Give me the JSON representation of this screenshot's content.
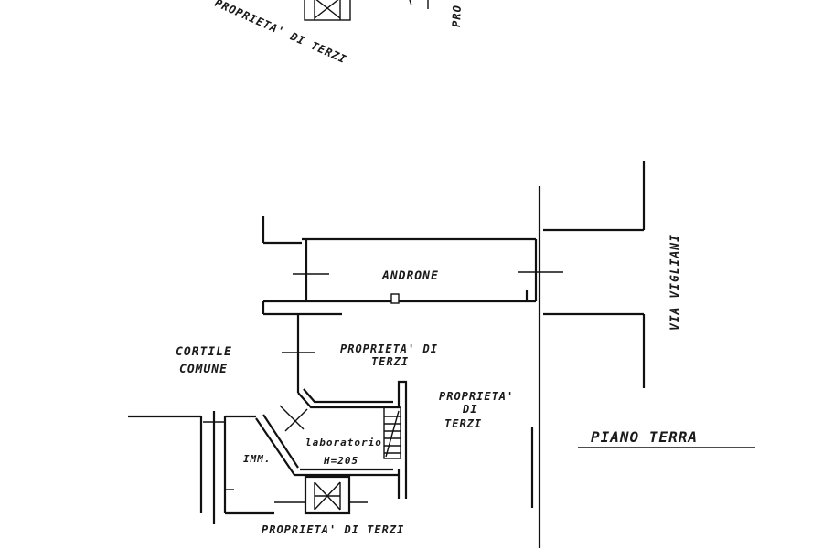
{
  "labels": {
    "top_proprieta": "PROPRIETA' DI TERZI",
    "top_right_partial": "PRO",
    "androne": "ANDRONE",
    "via_vigliani": "VIA VIGLIANI",
    "cortile_line1": "CORTILE",
    "cortile_line2": "COMUNE",
    "proprieta_center_line1": "PROPRIETA' DI",
    "proprieta_center_line2": "TERZI",
    "proprieta_right_line1": "PROPRIETA'",
    "proprieta_right_line2": "DI",
    "proprieta_right_line3": "TERZI",
    "laboratorio": "laboratorio",
    "height": "H=205",
    "imm": "IMM.",
    "proprieta_bottom": "PROPRIETA' DI TERZI",
    "piano_terra": "PIANO TERRA"
  }
}
